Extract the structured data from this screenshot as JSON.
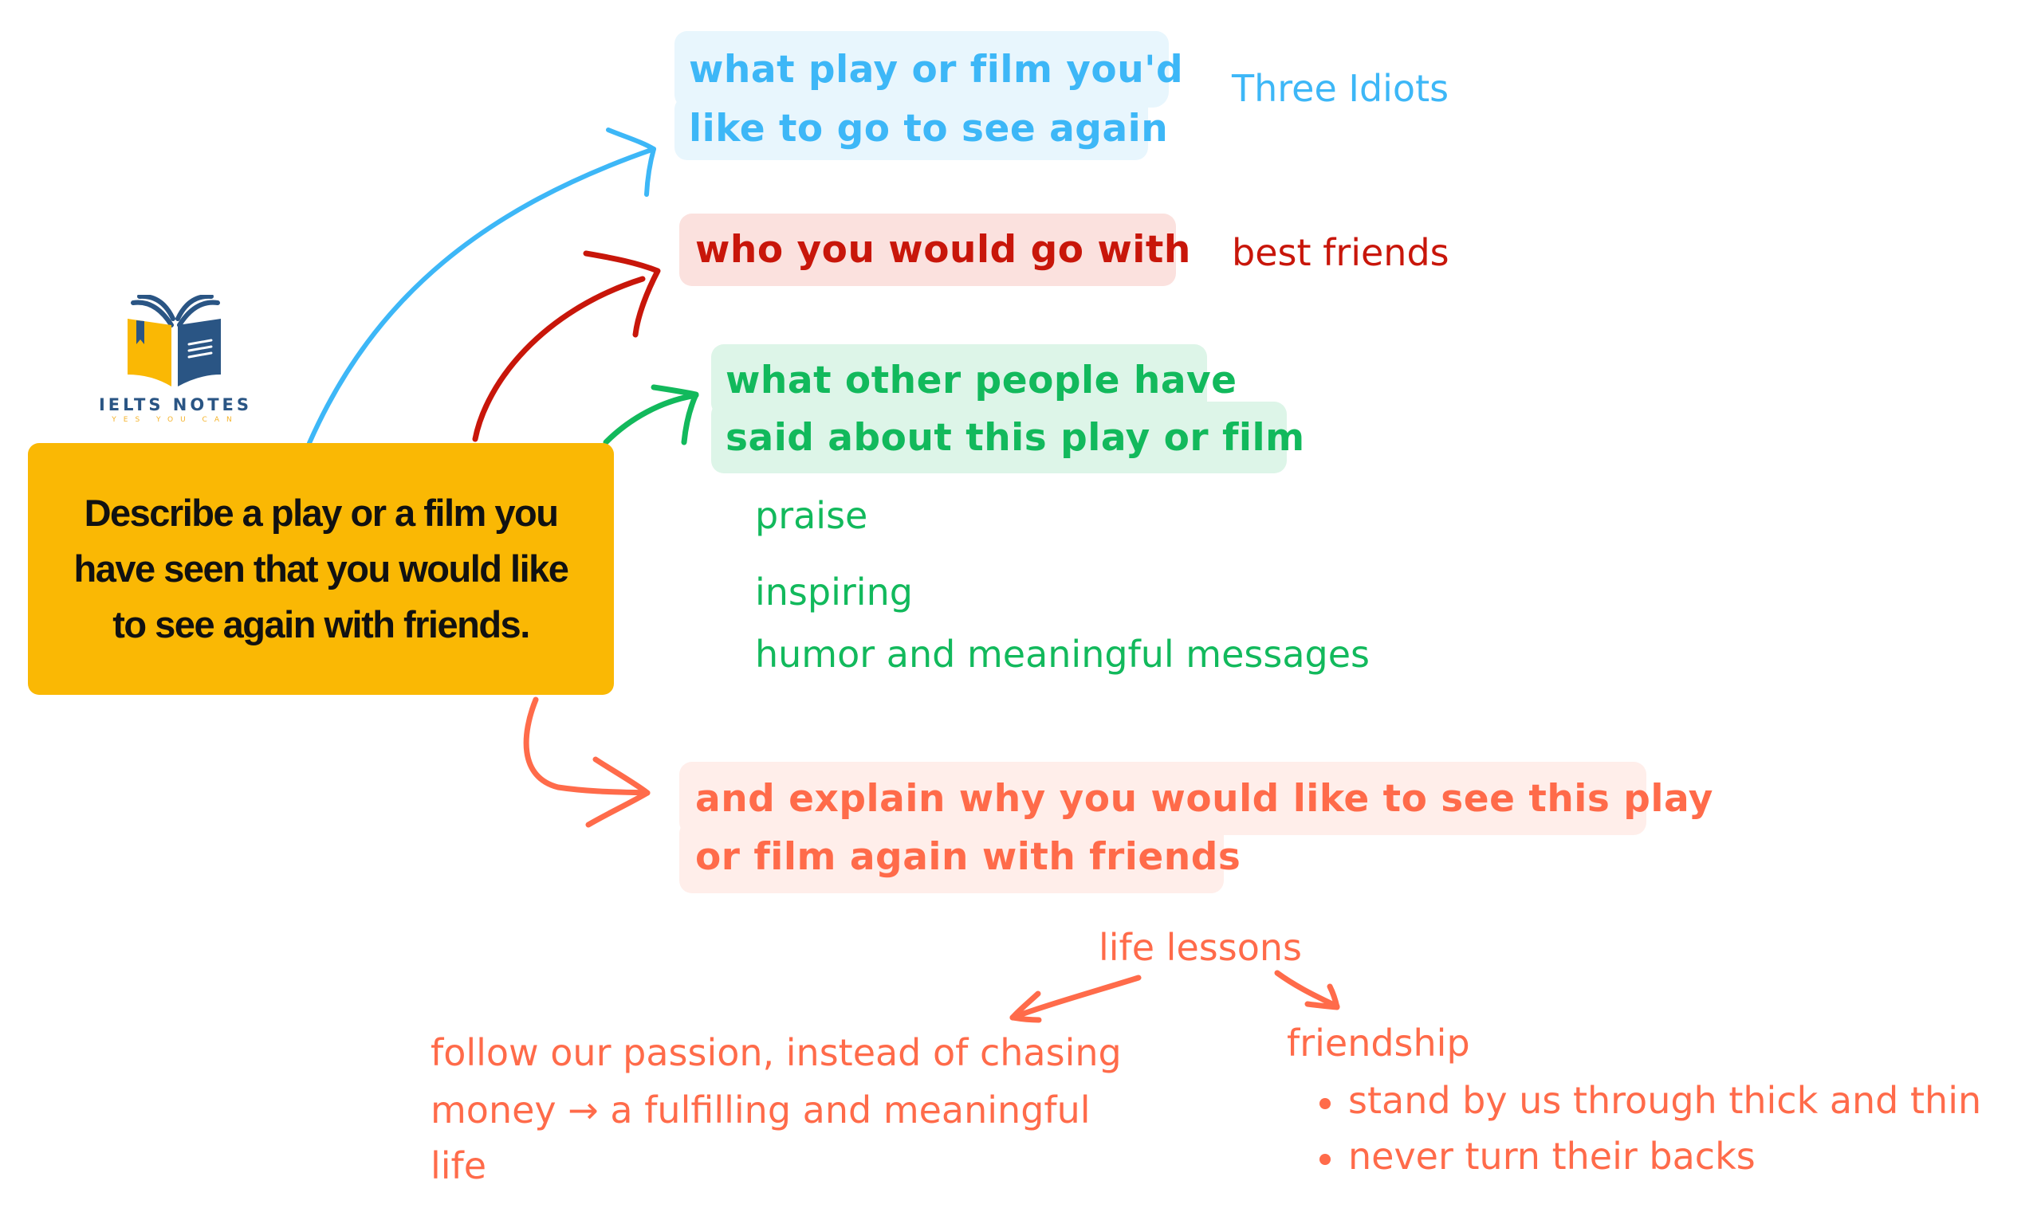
{
  "logo": {
    "title": "IELTS NOTES",
    "tagline": "YES YOU CAN",
    "icon": "open-book-icon"
  },
  "prompt": {
    "lines": [
      "Describe a play or a film you",
      "have seen that you would like",
      "to see again with friends."
    ]
  },
  "colors": {
    "prompt_bg": "#FAB804",
    "blue": "#3DB7F7",
    "blue_bg": "#E8F6FD",
    "red": "#C8160A",
    "red_bg": "#FBE1DE",
    "green": "#12B95C",
    "green_bg": "#DDF5E8",
    "orange": "#FF6B4A",
    "orange_bg": "#FFEEEA"
  },
  "branches": [
    {
      "id": "what",
      "question_lines": [
        "what play or film you'd",
        "like to go to see again"
      ],
      "answers": [
        "Three Idiots"
      ]
    },
    {
      "id": "who",
      "question_lines": [
        "who you would go with"
      ],
      "answers": [
        "best friends"
      ]
    },
    {
      "id": "others",
      "question_lines": [
        "what other people have",
        "said about this play or film"
      ],
      "answers": [
        "praise",
        "inspiring",
        "humor and meaningful messages"
      ]
    },
    {
      "id": "why",
      "question_lines": [
        "and explain why you would like to see this play",
        "or film again with friends"
      ],
      "sub": {
        "heading": "life lessons",
        "left": {
          "lines": [
            "follow our passion, instead of chasing",
            "money → a fulfilling and meaningful",
            "life"
          ]
        },
        "right": {
          "heading": "friendship",
          "bullets": [
            "stand by us through thick and thin",
            "never turn their backs"
          ]
        }
      }
    }
  ]
}
